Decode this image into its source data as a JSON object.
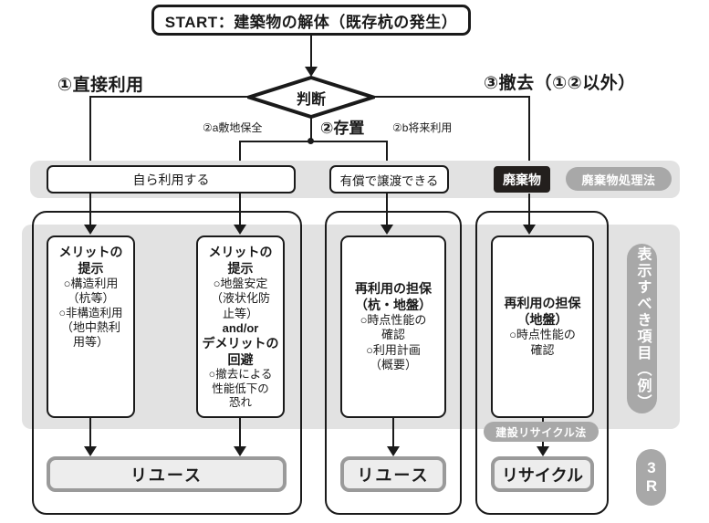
{
  "diagram": {
    "title_box": "START：建築物の解体（既存杭の発生）",
    "decision": "判断",
    "branch_labels": {
      "left": "①直接利用",
      "center": "②存置",
      "right": "③撤去（①②以外）",
      "sub_left": "②a敷地保全",
      "sub_right": "②b将来利用"
    },
    "route_boxes": [
      {
        "label": "自ら利用する"
      },
      {
        "label": "有償で譲渡できる"
      },
      {
        "label": "廃棄物"
      }
    ],
    "law_badges": {
      "waste_law": "廃棄物処理法",
      "construction_recycle_law": "建設リサイクル法"
    },
    "side_labels": {
      "display_items": "表示すべき項目（例）",
      "three_r": "3R"
    },
    "content_boxes": [
      {
        "title_1": "メリットの",
        "title_2": "提示",
        "lines": [
          "○構造利用",
          "（杭等）",
          "○非構造利用",
          "（地中熱利",
          "用等）"
        ]
      },
      {
        "title_1": "メリットの",
        "title_2": "提示",
        "lines": [
          "○地盤安定",
          "（液状化防",
          "止等）"
        ],
        "connector": "and/or",
        "title_3": "デメリットの",
        "title_4": "回避",
        "lines_2": [
          "○撤去による",
          "性能低下の",
          "恐れ"
        ]
      },
      {
        "title_1": "再利用の担保",
        "title_2": "（杭・地盤）",
        "lines": [
          "○時点性能の",
          "確認",
          "○利用計画",
          "（概要）"
        ]
      },
      {
        "title_1": "再利用の担保",
        "title_2": "（地盤）",
        "lines": [
          "○時点性能の",
          "確認"
        ]
      }
    ],
    "results": [
      {
        "label": "リユース"
      },
      {
        "label": "リユース"
      },
      {
        "label": "リサイクル"
      }
    ],
    "colors": {
      "ink": "#1a1a1a",
      "dark_box": "#231f1d",
      "gray_panel": "#e2e2e2",
      "badge_gray": "#a8a8a8",
      "result_border": "#9a9a9a",
      "result_fill": "#ededed"
    }
  }
}
